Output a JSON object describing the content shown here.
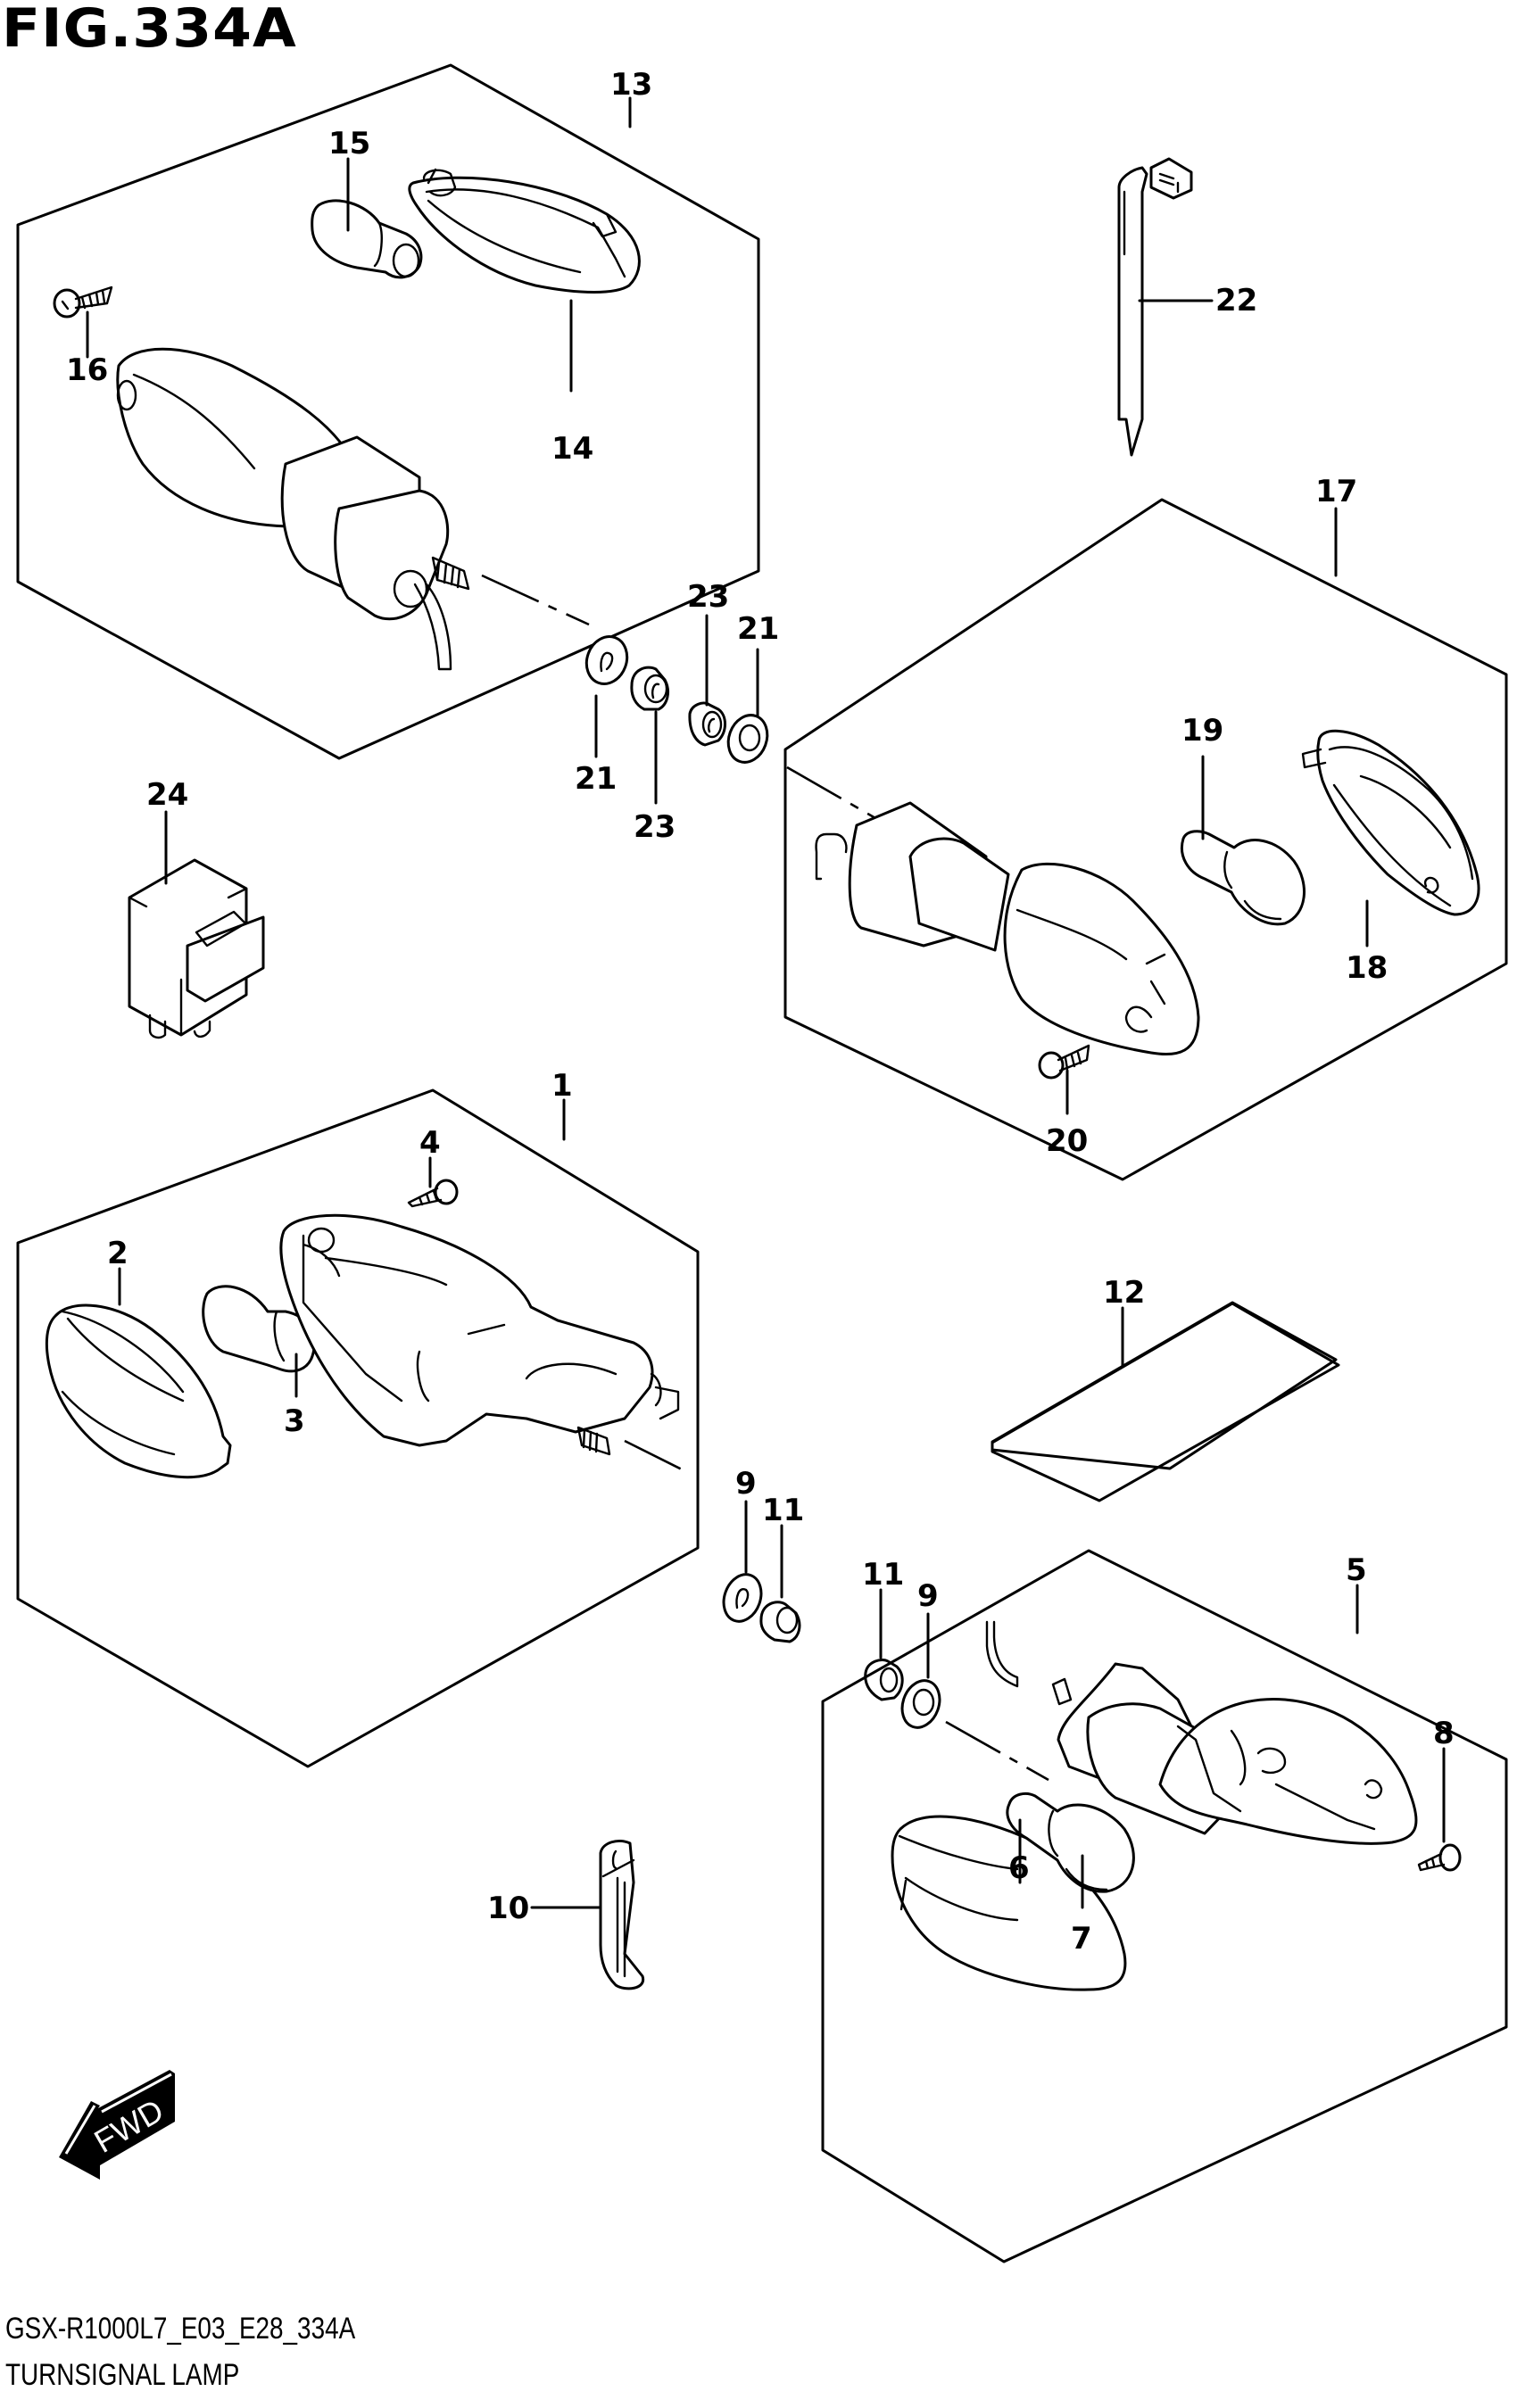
{
  "figure": {
    "title": "FIG.334A",
    "model_code": "GSX-R1000L7_E03_E28_334A",
    "name": "TURNSIGNAL LAMP"
  },
  "direction_indicator": {
    "label": "FWD",
    "icon": "fwd-arrow-icon"
  },
  "groups": [
    {
      "assembly": "13",
      "parts": [
        "14",
        "15",
        "16"
      ],
      "description": "upper-left turn signal assembly"
    },
    {
      "assembly": "17",
      "parts": [
        "18",
        "19",
        "20"
      ],
      "description": "upper-right turn signal assembly"
    },
    {
      "assembly": "1",
      "parts": [
        "2",
        "3",
        "4"
      ],
      "description": "front-left turn signal assembly"
    },
    {
      "assembly": "5",
      "parts": [
        "6",
        "7",
        "8"
      ],
      "description": "front-right turn signal assembly"
    }
  ],
  "callouts": {
    "c1": "1",
    "c2": "2",
    "c3": "3",
    "c4": "4",
    "c5": "5",
    "c6": "6",
    "c7": "7",
    "c8": "8",
    "c9a": "9",
    "c9b": "9",
    "c10": "10",
    "c11a": "11",
    "c11b": "11",
    "c12": "12",
    "c13": "13",
    "c14": "14",
    "c15": "15",
    "c16": "16",
    "c17": "17",
    "c18": "18",
    "c19": "19",
    "c20": "20",
    "c21a": "21",
    "c21b": "21",
    "c22": "22",
    "c23a": "23",
    "c23b": "23",
    "c24": "24"
  }
}
